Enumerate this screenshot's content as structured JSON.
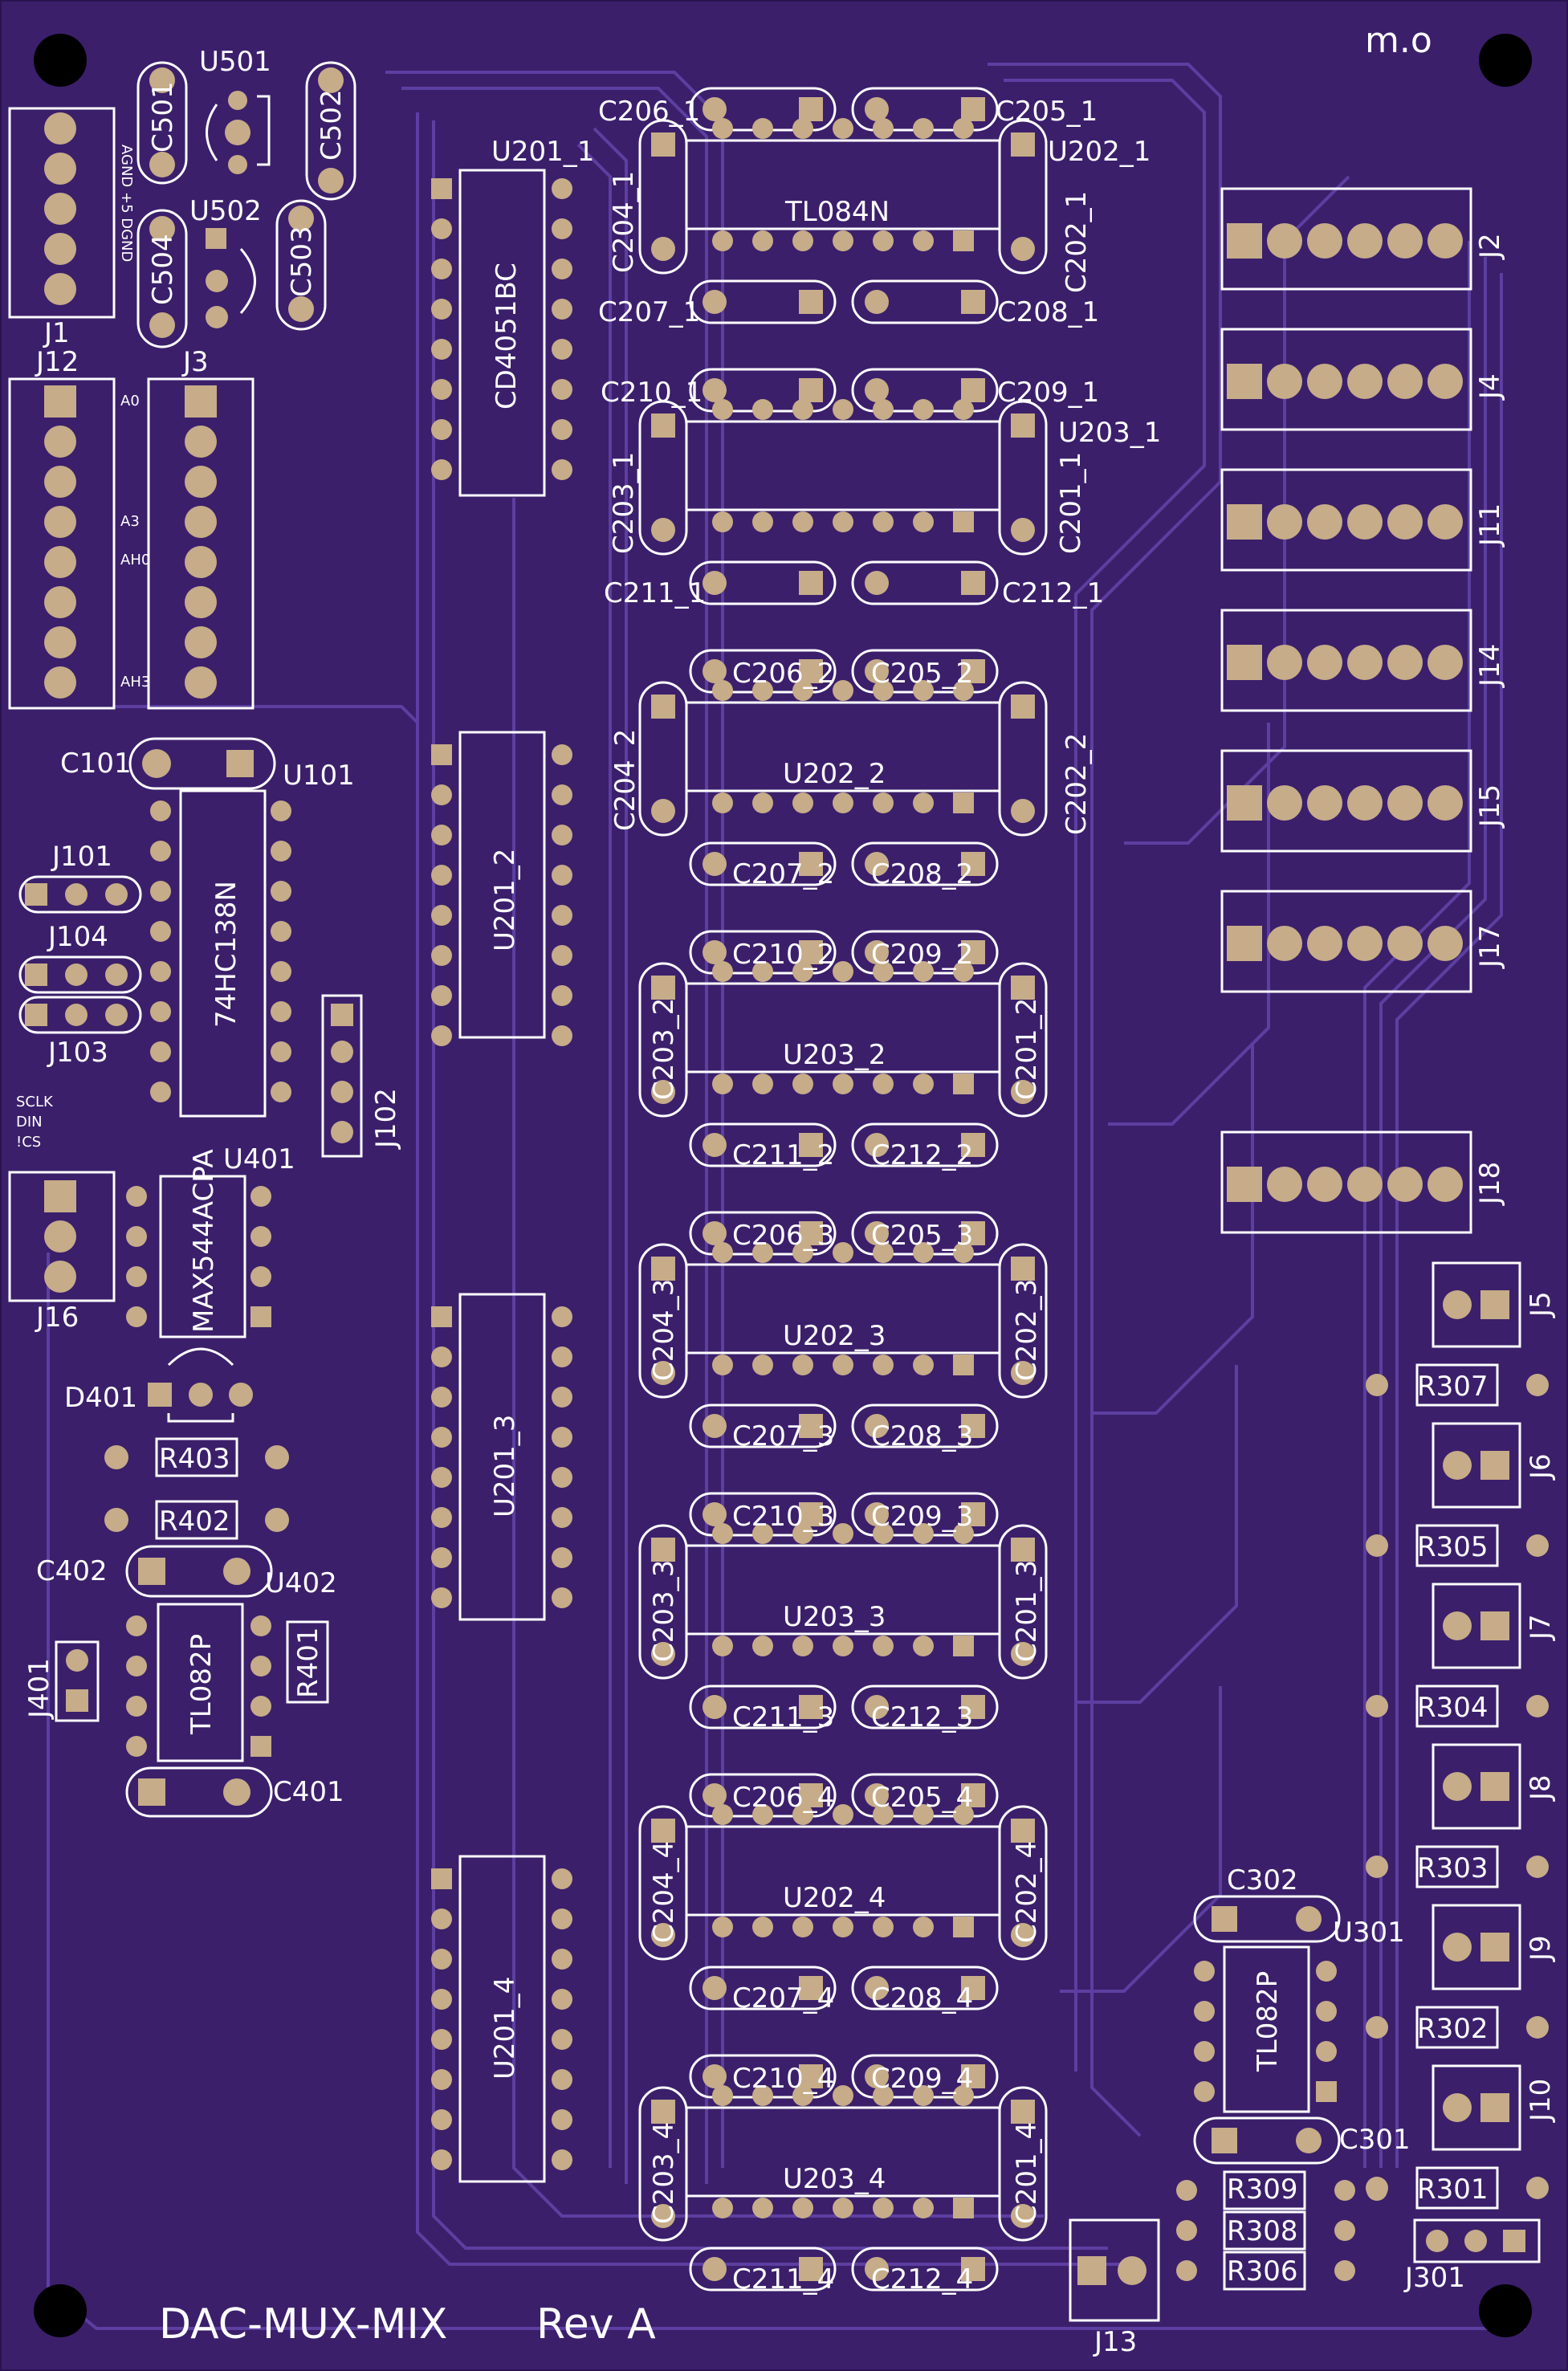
{
  "board": {
    "title": "DAC-MUX-MIX",
    "revision": "Rev  A",
    "maker": "m.o"
  },
  "colors": {
    "board": "#3b1f6b",
    "trace": "#5c3fa0",
    "silk": "#ffffff",
    "pad": "#c6ac88",
    "hole": "#2a1450",
    "mount": "#000000"
  },
  "small_labels": {
    "j1_pins": "AGND +5 DGND",
    "a0": "A0",
    "a3": "A3",
    "ah0": "AH0",
    "ah3": "AH3",
    "sclk": "SCLK",
    "din": "DIN",
    "cs": "!CS"
  },
  "designators": {
    "u501": "U501",
    "u502": "U502",
    "c501": "C501",
    "c502": "C502",
    "c503": "C503",
    "c504": "C504",
    "j1": "J1",
    "j12": "J12",
    "j3": "J3",
    "u201_1": "U201_1",
    "cd4051": "CD4051BC",
    "u201_2": "U201_2",
    "u201_3": "U201_3",
    "u201_4": "U201_4",
    "c206_1": "C206_1",
    "c205_1": "C205_1",
    "u202_1": "U202_1",
    "c204_1": "C204_1",
    "tl084": "TL084N",
    "c202_1": "C202_1",
    "c207_1": "C207_1",
    "c208_1": "C208_1",
    "c210_1": "C210_1",
    "c209_1": "C209_1",
    "u203_1": "U203_1",
    "c203_1": "C203_1",
    "c201_1": "C201_1",
    "c211_1": "C211_1",
    "c212_1": "C212_1",
    "c206_2": "C206_2",
    "c205_2": "C205_2",
    "c204_2": "C204_2",
    "u202_2": "U202_2",
    "c202_2": "C202_2",
    "c207_2": "C207_2",
    "c208_2": "C208_2",
    "c210_2": "C210_2",
    "c209_2": "C209_2",
    "c203_2": "C203_2",
    "u203_2": "U203_2",
    "c201_2": "C201_2",
    "c211_2": "C211_2",
    "c212_2": "C212_2",
    "c206_3": "C206_3",
    "c205_3": "C205_3",
    "c204_3": "C204_3",
    "u202_3": "U202_3",
    "c202_3": "C202_3",
    "c207_3": "C207_3",
    "c208_3": "C208_3",
    "c210_3": "C210_3",
    "c209_3": "C209_3",
    "c203_3": "C203_3",
    "u203_3": "U203_3",
    "c201_3": "C201_3",
    "c211_3": "C211_3",
    "c212_3": "C212_3",
    "c206_4": "C206_4",
    "c205_4": "C205_4",
    "c204_4": "C204_4",
    "u202_4": "U202_4",
    "c202_4": "C202_4",
    "c207_4": "C207_4",
    "c208_4": "C208_4",
    "c210_4": "C210_4",
    "c209_4": "C209_4",
    "c203_4": "C203_4",
    "u203_4": "U203_4",
    "c201_4": "C201_4",
    "c211_4": "C211_4",
    "c212_4": "C212_4",
    "c101": "C101",
    "u101": "U101",
    "hc138": "74HC138N",
    "j101": "J101",
    "j104": "J104",
    "j103": "J103",
    "j102": "J102",
    "u401": "U401",
    "max544": "MAX544ACPA",
    "j16": "J16",
    "d401": "D401",
    "r403": "R403",
    "r402": "R402",
    "c402": "C402",
    "u402": "U402",
    "tl082_a": "TL082P",
    "r401": "R401",
    "j401": "J401",
    "c401": "C401",
    "j2": "J2",
    "j4": "J4",
    "j11": "J11",
    "j14": "J14",
    "j15": "J15",
    "j17": "J17",
    "j18": "J18",
    "j5": "J5",
    "r307": "R307",
    "j6": "J6",
    "r305": "R305",
    "j7": "J7",
    "r304": "R304",
    "j8": "J8",
    "r303": "R303",
    "j9": "J9",
    "r302": "R302",
    "j10": "J10",
    "r301": "R301",
    "j301": "J301",
    "c302": "C302",
    "u301": "U301",
    "tl082_b": "TL082P",
    "c301": "C301",
    "r309": "R309",
    "r308": "R308",
    "r306": "R306",
    "j13": "J13"
  }
}
